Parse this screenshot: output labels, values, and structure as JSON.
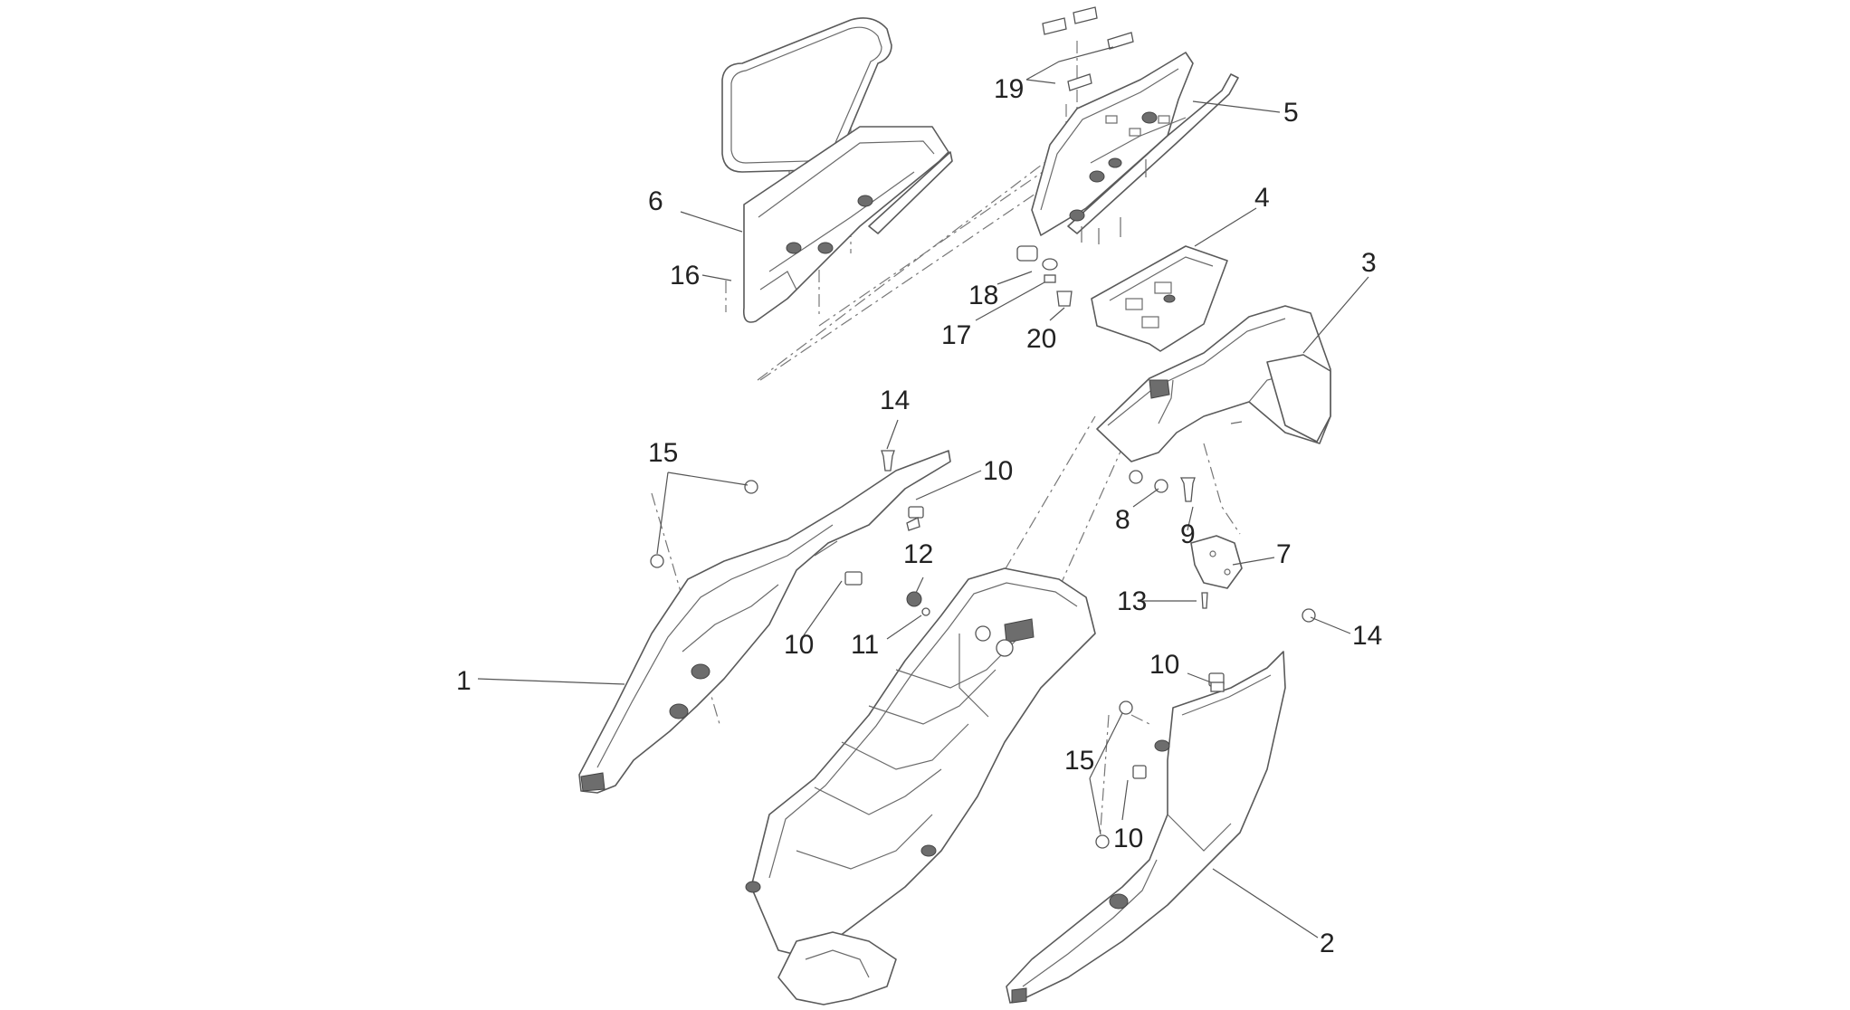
{
  "callouts": {
    "c1": "1",
    "c2": "2",
    "c3": "3",
    "c4": "4",
    "c5": "5",
    "c6": "6",
    "c7": "7",
    "c8": "8",
    "c9": "9",
    "c10a": "10",
    "c10b": "10",
    "c10c": "10",
    "c10d": "10",
    "c11": "11",
    "c12": "12",
    "c13": "13",
    "c14a": "14",
    "c14b": "14",
    "c15a": "15",
    "c15b": "15",
    "c16": "16",
    "c17": "17",
    "c18": "18",
    "c19": "19",
    "c20": "20"
  }
}
